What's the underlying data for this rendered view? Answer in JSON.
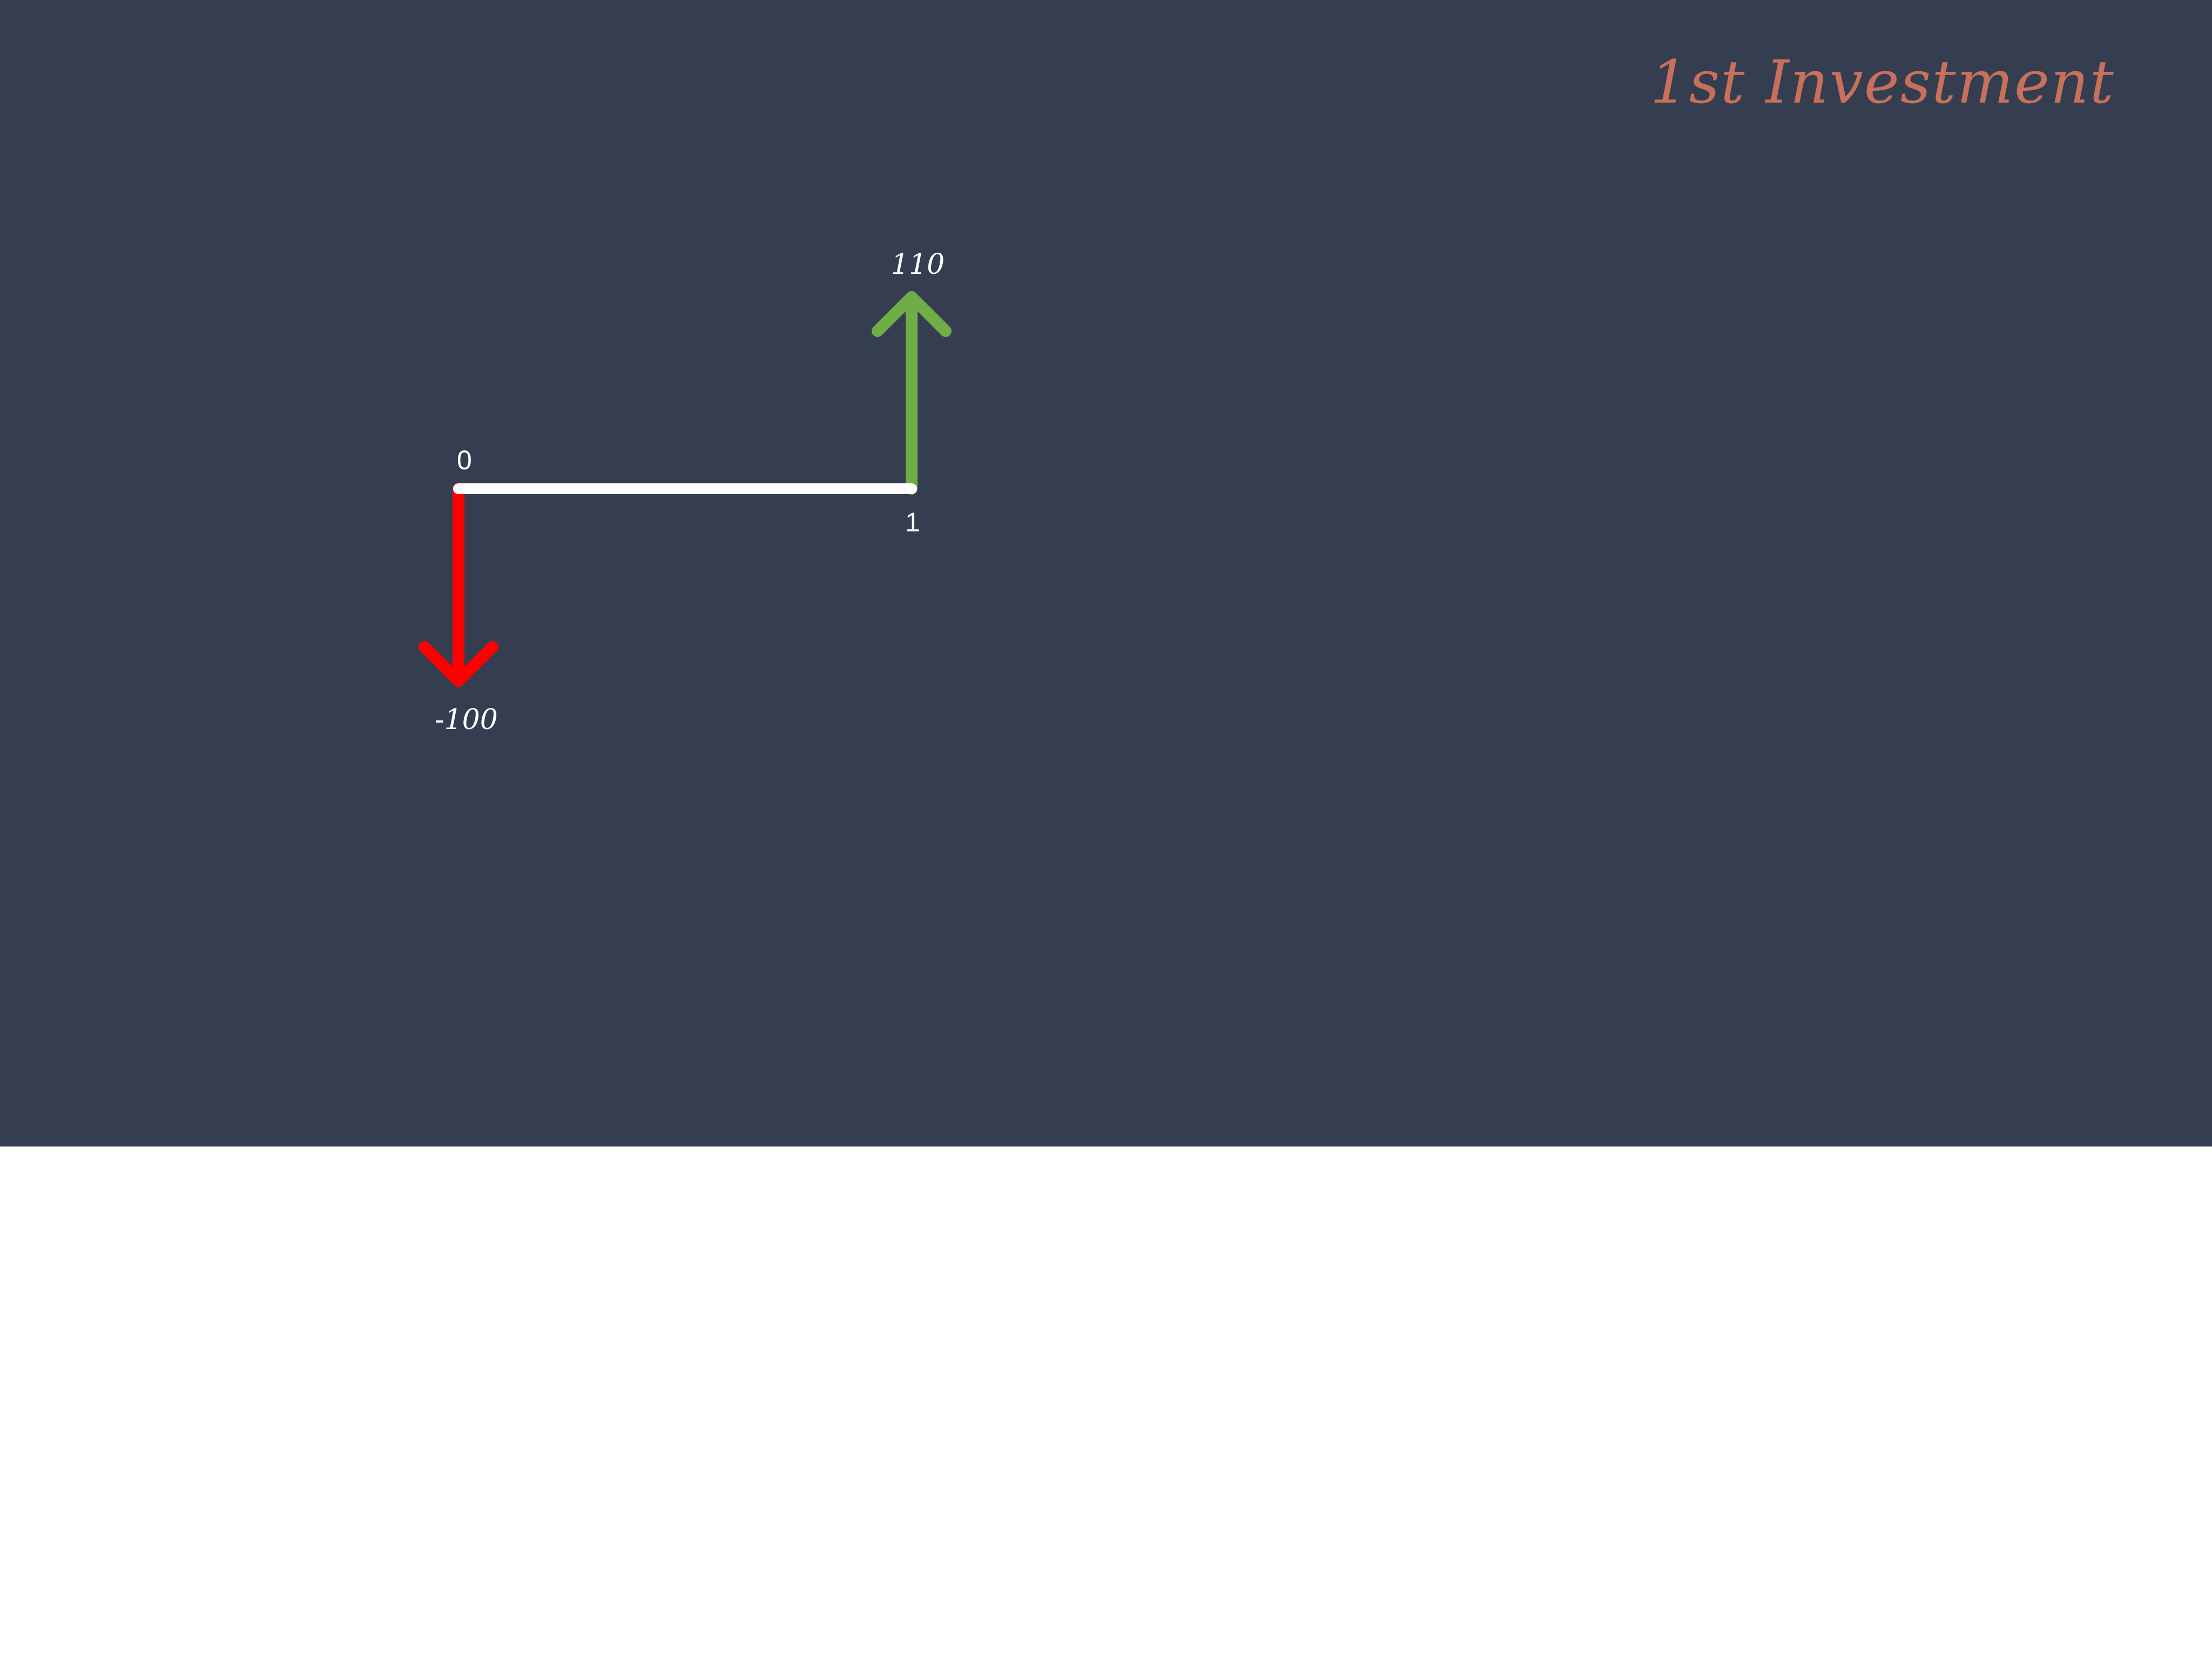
{
  "title": "1st Investment",
  "colors": {
    "background": "#343e50",
    "title": "#c8705a",
    "timeline": "#ffffff",
    "outflow": "#ff0000",
    "inflow": "#70ad47",
    "label": "#ffffff"
  },
  "periods": [
    {
      "label": "0"
    },
    {
      "label": "1"
    }
  ],
  "cash_flows": [
    {
      "period": "0",
      "amount": "-100",
      "direction": "down"
    },
    {
      "period": "1",
      "amount": "110",
      "direction": "up"
    }
  ]
}
